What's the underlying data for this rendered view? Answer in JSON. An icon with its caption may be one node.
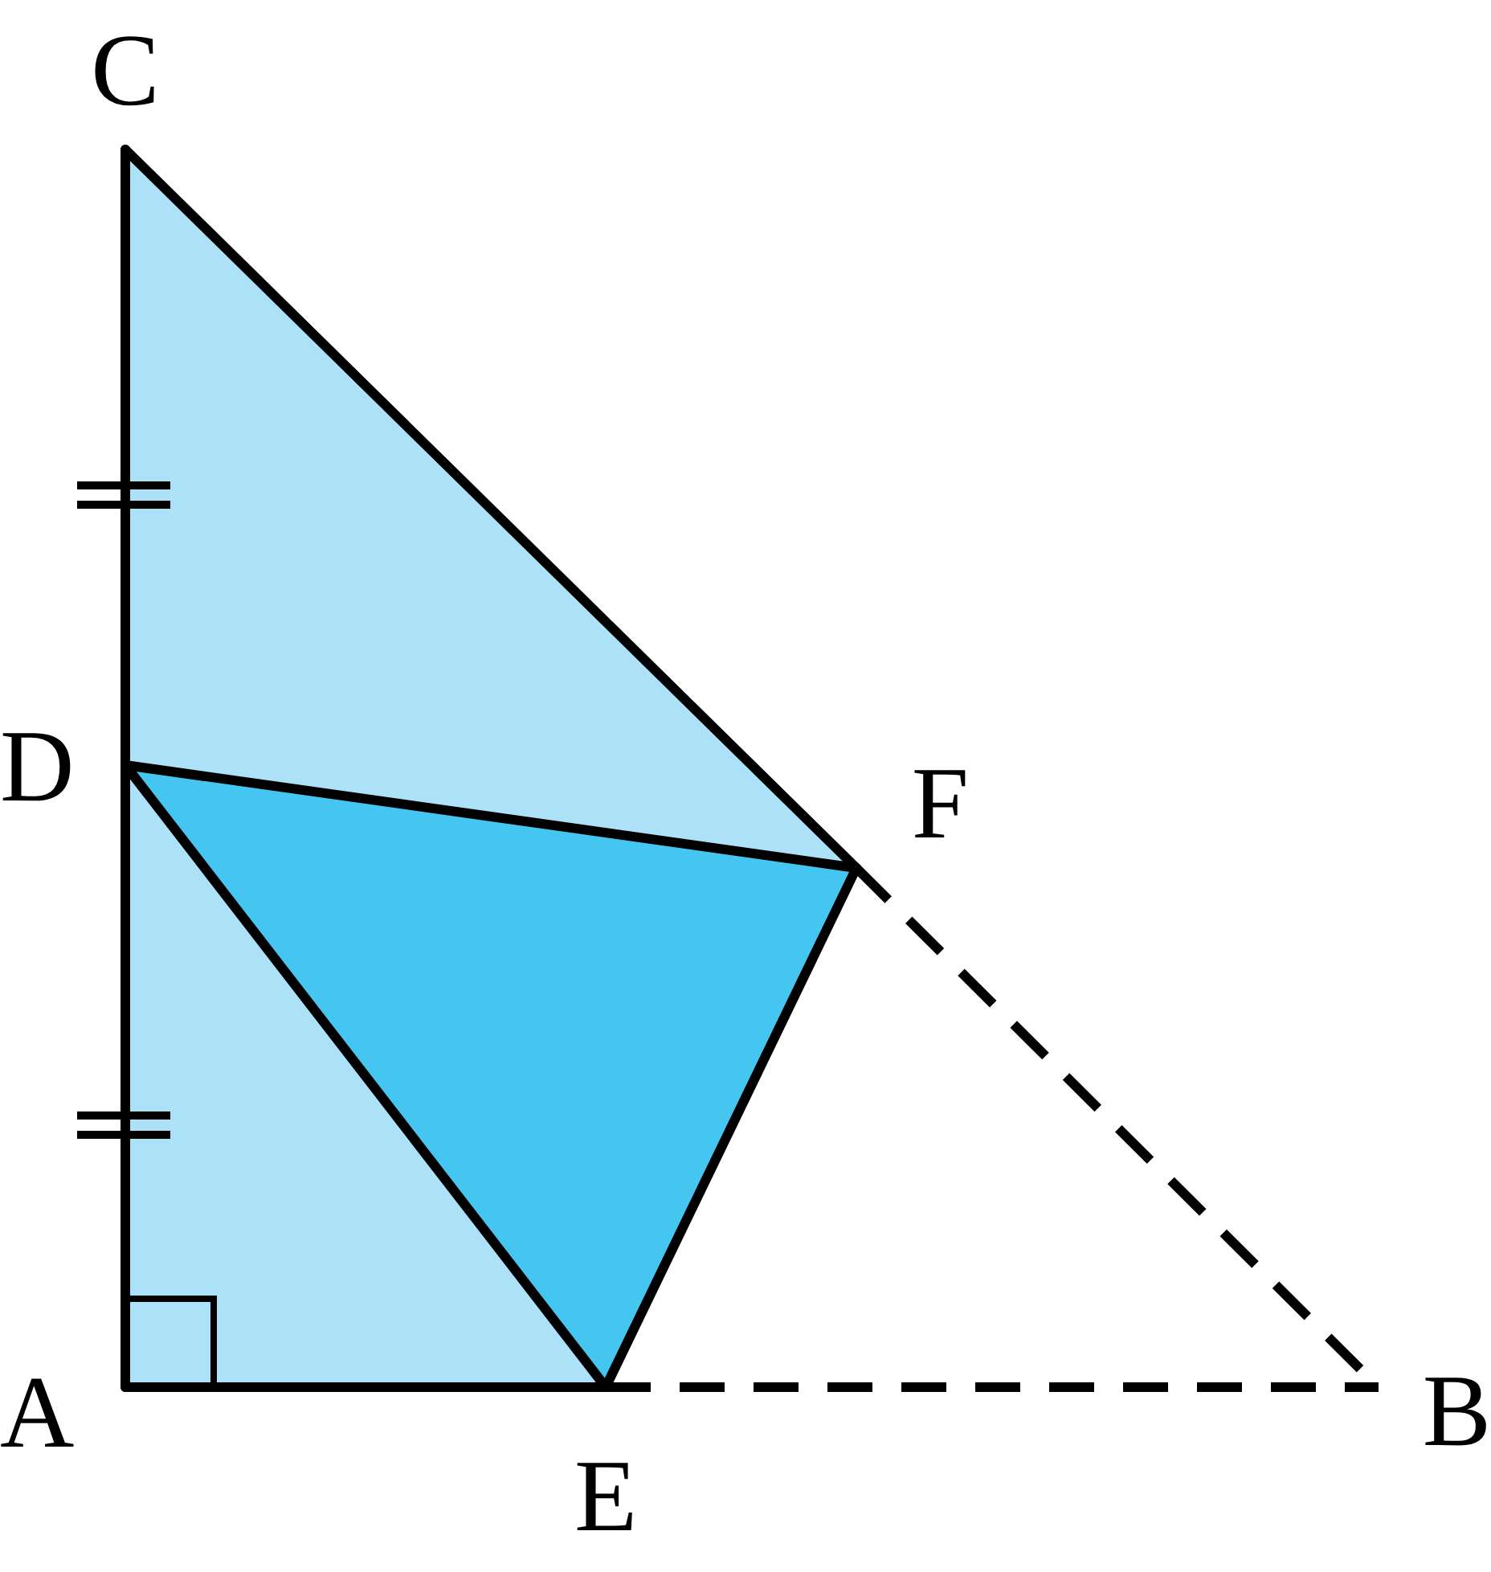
{
  "diagram": {
    "nodes": [
      {
        "text": [
          "C"
        ]
      },
      {
        "text": [
          "D"
        ]
      },
      {
        "text": [
          "F"
        ]
      },
      {
        "text": [
          "A"
        ]
      },
      {
        "text": [
          "E"
        ]
      },
      {
        "text": [
          "B"
        ]
      }
    ],
    "edges": [
      {
        "from": 0,
        "to": 1,
        "arrow": "none"
      },
      {
        "from": 1,
        "to": 3,
        "arrow": "none"
      },
      {
        "from": 3,
        "to": 4,
        "arrow": "none"
      },
      {
        "from": 4,
        "to": 5,
        "arrow": "none",
        "style": "dashed"
      },
      {
        "from": 0,
        "to": 2,
        "arrow": "none"
      },
      {
        "from": 2,
        "to": 5,
        "arrow": "none",
        "style": "dashed"
      },
      {
        "from": 1,
        "to": 2,
        "arrow": "none"
      },
      {
        "from": 1,
        "to": 4,
        "arrow": "none"
      },
      {
        "from": 4,
        "to": 2,
        "arrow": "none"
      }
    ]
  }
}
